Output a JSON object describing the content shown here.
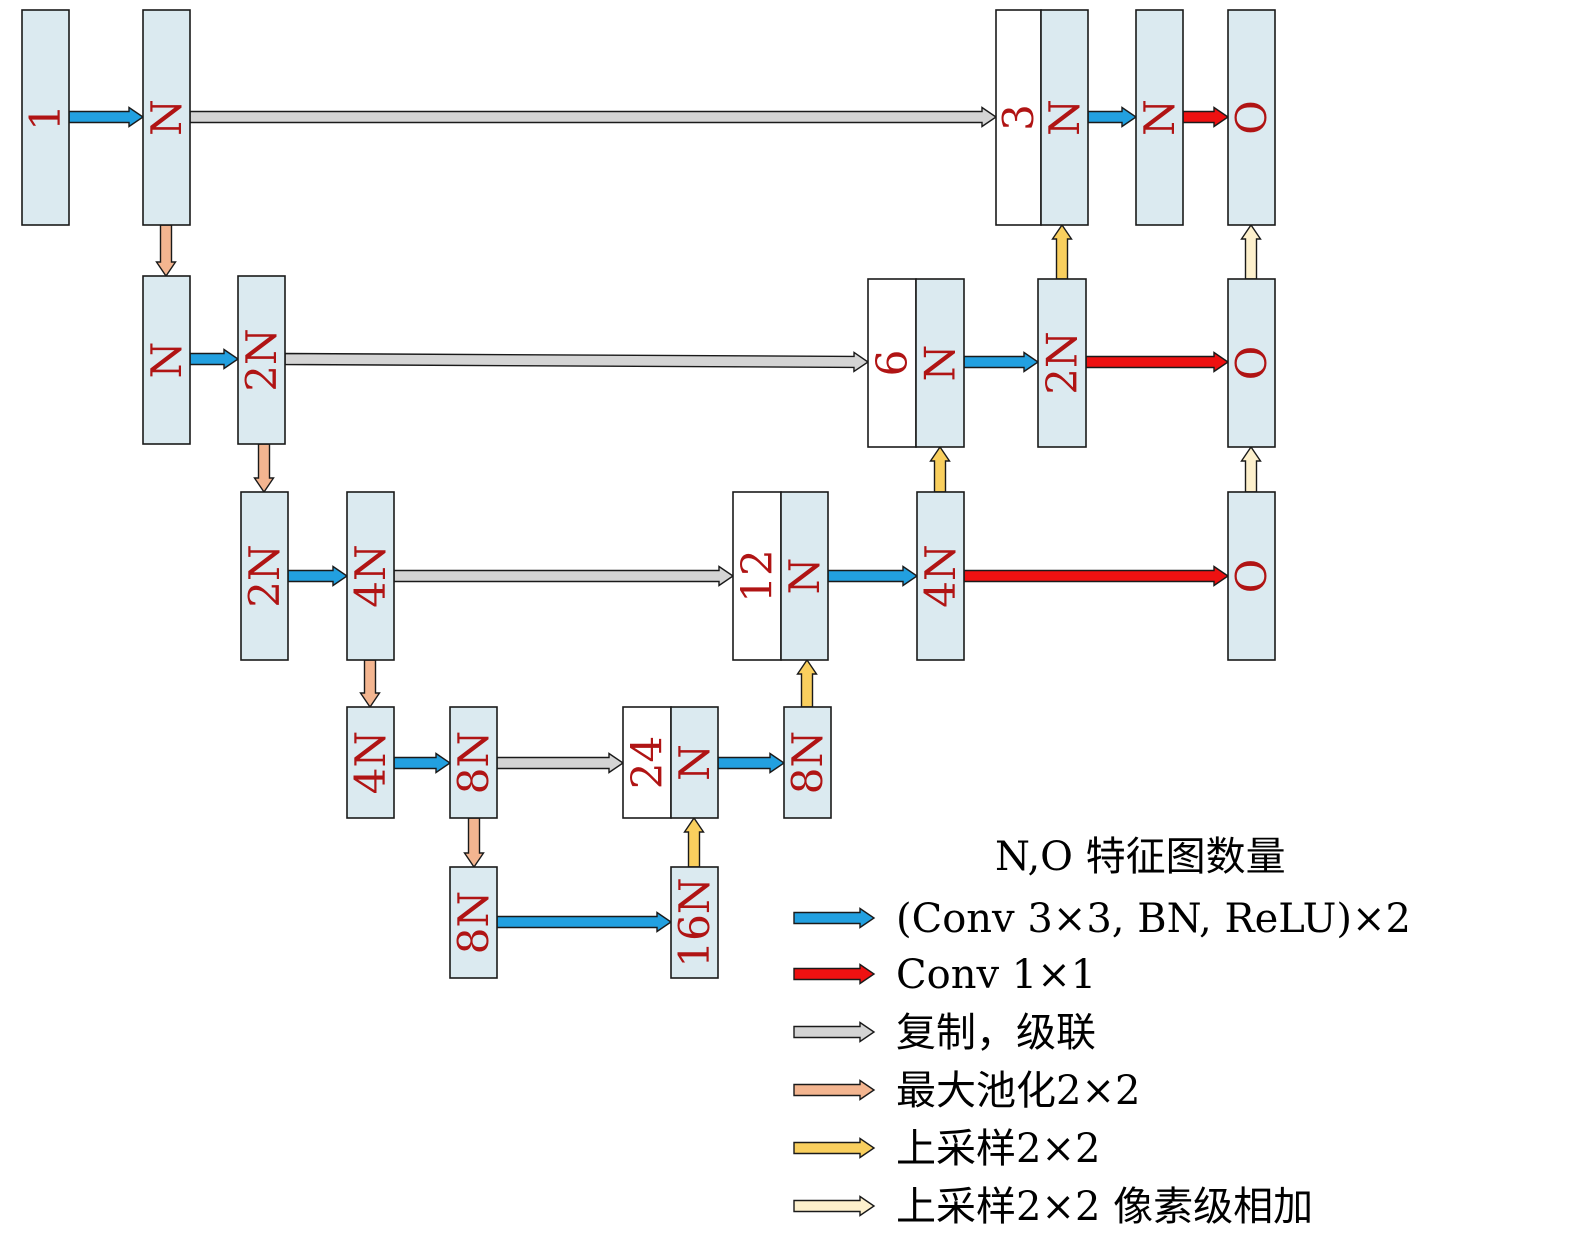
{
  "colors": {
    "conv3x3": "#22a0e0",
    "conv1x1": "#ee1111",
    "copy": "#d4d4d4",
    "maxpool": "#f3b590",
    "upsample": "#f9cf5e",
    "upsample_add": "#fdf0cc",
    "feature_fill": "#dbeaf0",
    "label": "#b01414"
  },
  "blocks": {
    "b_in": "1",
    "b_e1": "N",
    "b_p1": "N",
    "b_e2": "2N",
    "b_p2": "2N",
    "b_e3": "4N",
    "b_p3": "4N",
    "b_e4": "8N",
    "b_p4": "8N",
    "b_bot": "16N",
    "b_c4": "24",
    "b_c4n": "N",
    "b_d4": "8N",
    "b_c3": "12",
    "b_c3n": "N",
    "b_d3": "4N",
    "b_c2": "6",
    "b_c2n": "N",
    "b_d2": "2N",
    "b_c1": "3",
    "b_c1n": "N",
    "b_d1": "N",
    "b_o1": "O",
    "b_o2": "O",
    "b_o3": "O"
  },
  "legend": {
    "title": "N,O 特征图数量",
    "items": [
      {
        "name": "conv3x3",
        "color": "#22a0e0",
        "label": "(Conv 3×3, BN, ReLU)×2"
      },
      {
        "name": "conv1x1",
        "color": "#ee1111",
        "label": "Conv 1×1"
      },
      {
        "name": "copy",
        "color": "#d4d4d4",
        "label": "复制，级联"
      },
      {
        "name": "maxpool",
        "color": "#f3b590",
        "label": "最大池化2×2"
      },
      {
        "name": "upsample",
        "color": "#f9cf5e",
        "label": "上采样2×2"
      },
      {
        "name": "upsample-add",
        "color": "#fdf0cc",
        "label": "上采样2×2 像素级相加"
      }
    ]
  }
}
